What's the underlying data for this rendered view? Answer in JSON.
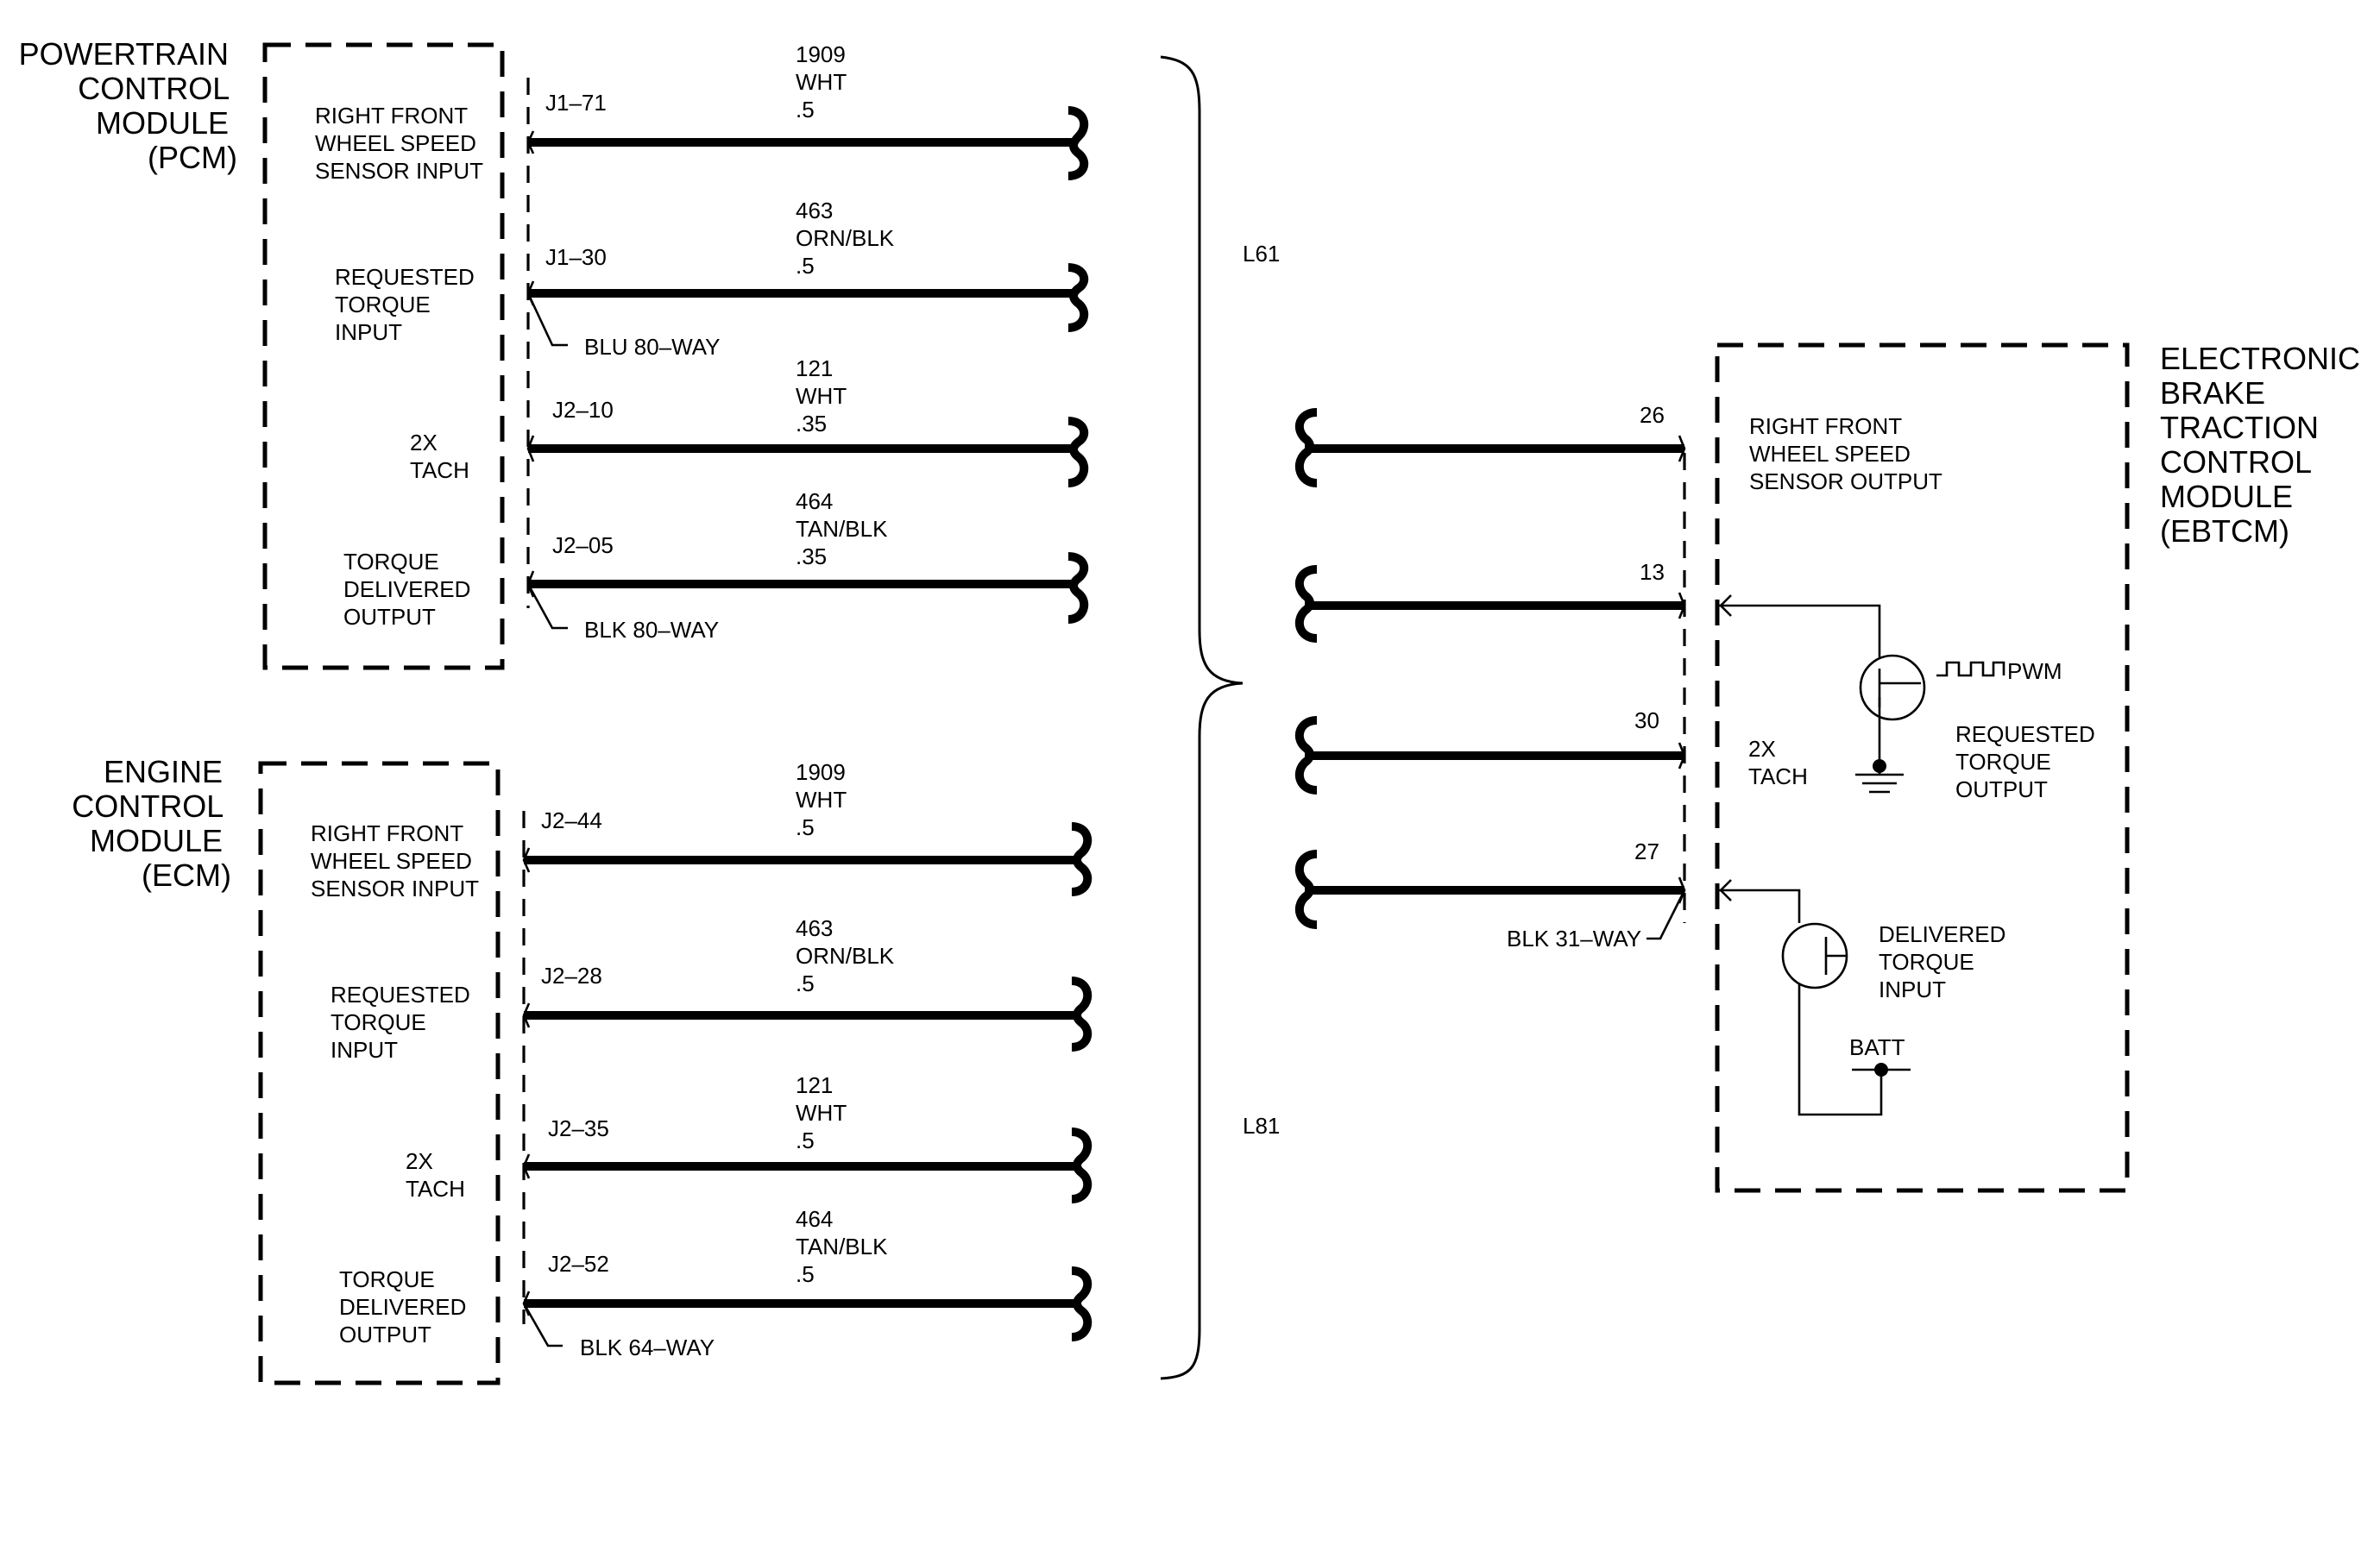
{
  "pcm": {
    "title": [
      "POWERTRAIN",
      "CONTROL",
      "MODULE",
      "(PCM)"
    ],
    "functions": [
      [
        "RIGHT FRONT",
        "WHEEL SPEED",
        "SENSOR INPUT"
      ],
      [
        "REQUESTED",
        "TORQUE",
        "INPUT"
      ],
      [
        "2X",
        "TACH"
      ],
      [
        "TORQUE",
        "DELIVERED",
        "OUTPUT"
      ]
    ],
    "pins": [
      "J1–71",
      "J1–30",
      "J2–10",
      "J2–05"
    ],
    "wires": [
      [
        "1909",
        "WHT",
        ".5"
      ],
      [
        "463",
        "ORN/BLK",
        ".5"
      ],
      [
        "121",
        "WHT",
        ".35"
      ],
      [
        "464",
        "TAN/BLK",
        ".35"
      ]
    ],
    "connectors": [
      "BLU 80–WAY",
      "BLK 80–WAY"
    ]
  },
  "ecm": {
    "title": [
      "ENGINE",
      "CONTROL",
      "MODULE",
      "(ECM)"
    ],
    "functions": [
      [
        "RIGHT FRONT",
        "WHEEL SPEED",
        "SENSOR INPUT"
      ],
      [
        "REQUESTED",
        "TORQUE",
        "INPUT"
      ],
      [
        "2X",
        "TACH"
      ],
      [
        "TORQUE",
        "DELIVERED",
        "OUTPUT"
      ]
    ],
    "pins": [
      "J2–44",
      "J2–28",
      "J2–35",
      "J2–52"
    ],
    "wires": [
      [
        "1909",
        "WHT",
        ".5"
      ],
      [
        "463",
        "ORN/BLK",
        ".5"
      ],
      [
        "121",
        "WHT",
        ".5"
      ],
      [
        "464",
        "TAN/BLK",
        ".5"
      ]
    ],
    "connector": "BLK 64–WAY"
  },
  "engine_options": [
    "L61",
    "L81"
  ],
  "ebtcm": {
    "title": [
      "ELECTRONIC",
      "BRAKE",
      "TRACTION",
      "CONTROL",
      "MODULE",
      "(EBTCM)"
    ],
    "pins": [
      "26",
      "13",
      "30",
      "27"
    ],
    "connector": "BLK 31–WAY",
    "wss_output": [
      "RIGHT FRONT",
      "WHEEL SPEED",
      "SENSOR OUTPUT"
    ],
    "pwm": "PWM",
    "requested_torque_output": [
      "REQUESTED",
      "TORQUE",
      "OUTPUT"
    ],
    "tach": [
      "2X",
      "TACH"
    ],
    "delivered_torque_input": [
      "DELIVERED",
      "TORQUE",
      "INPUT"
    ],
    "batt": "BATT"
  }
}
